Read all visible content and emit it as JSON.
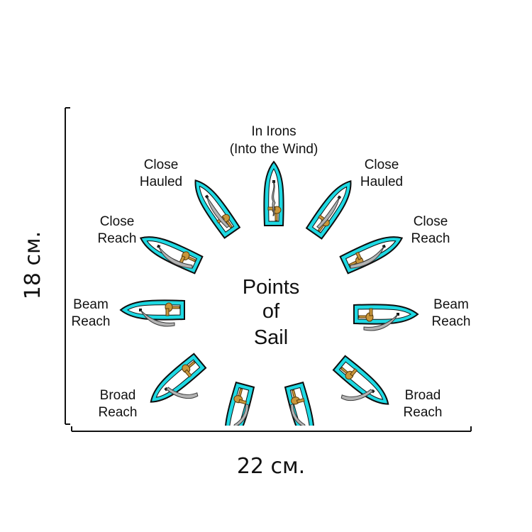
{
  "dimensions": {
    "height_label": "18 см.",
    "width_label": "22 см."
  },
  "diagram": {
    "title_lines": [
      "Points",
      "of",
      "Sail"
    ],
    "labels": {
      "in_irons": [
        "In Irons",
        "(Into the Wind)"
      ],
      "close_hauled_left": [
        "Close",
        "Hauled"
      ],
      "close_hauled_right": [
        "Close",
        "Hauled"
      ],
      "close_reach_left": [
        "Close",
        "Reach"
      ],
      "close_reach_right": [
        "Close",
        "Reach"
      ],
      "beam_reach_left": [
        "Beam",
        "Reach"
      ],
      "beam_reach_right": [
        "Beam",
        "Reach"
      ],
      "broad_reach_left": [
        "Broad",
        "Reach"
      ],
      "broad_reach_right": [
        "Broad",
        "Reach"
      ]
    },
    "colors": {
      "hull": "#1ed9e3",
      "sail": "#b3b3b3",
      "sailor": "#c9963a",
      "outline": "#0d0d0d"
    }
  }
}
